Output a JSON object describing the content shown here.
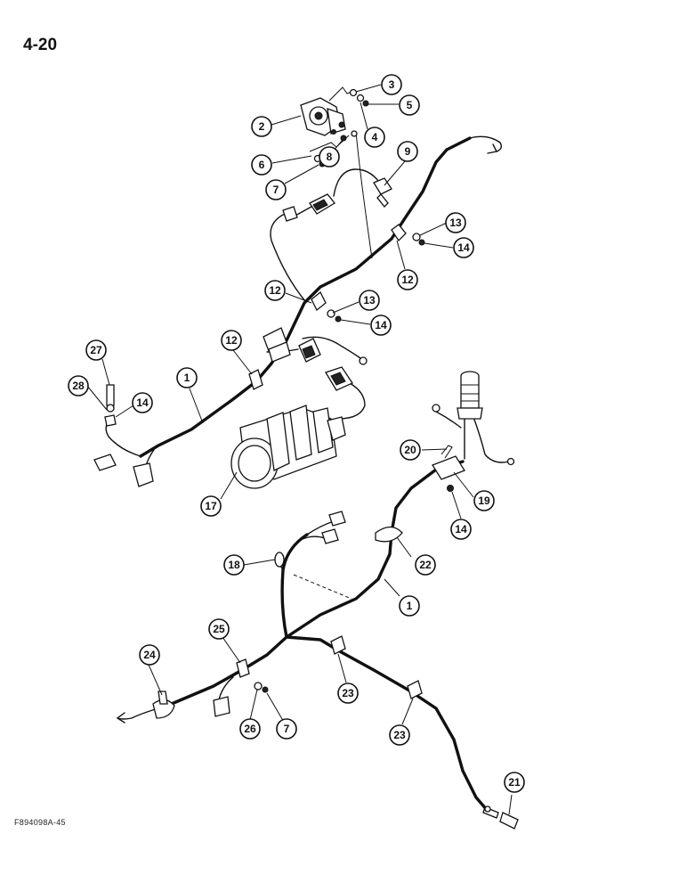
{
  "page": {
    "number": "4-20",
    "figure_code": "F894098A-45"
  },
  "callouts": [
    {
      "id": "c1a",
      "label": "1"
    },
    {
      "id": "c1b",
      "label": "1"
    },
    {
      "id": "c2",
      "label": "2"
    },
    {
      "id": "c3",
      "label": "3"
    },
    {
      "id": "c4",
      "label": "4"
    },
    {
      "id": "c5",
      "label": "5"
    },
    {
      "id": "c6",
      "label": "6"
    },
    {
      "id": "c7a",
      "label": "7"
    },
    {
      "id": "c7b",
      "label": "7"
    },
    {
      "id": "c8",
      "label": "8"
    },
    {
      "id": "c9",
      "label": "9"
    },
    {
      "id": "c12a",
      "label": "12"
    },
    {
      "id": "c12b",
      "label": "12"
    },
    {
      "id": "c12c",
      "label": "12"
    },
    {
      "id": "c13a",
      "label": "13"
    },
    {
      "id": "c13b",
      "label": "13"
    },
    {
      "id": "c14a",
      "label": "14"
    },
    {
      "id": "c14b",
      "label": "14"
    },
    {
      "id": "c14c",
      "label": "14"
    },
    {
      "id": "c14d",
      "label": "14"
    },
    {
      "id": "c17",
      "label": "17"
    },
    {
      "id": "c18",
      "label": "18"
    },
    {
      "id": "c19",
      "label": "19"
    },
    {
      "id": "c20",
      "label": "20"
    },
    {
      "id": "c21",
      "label": "21"
    },
    {
      "id": "c22",
      "label": "22"
    },
    {
      "id": "c23a",
      "label": "23"
    },
    {
      "id": "c23b",
      "label": "23"
    },
    {
      "id": "c24",
      "label": "24"
    },
    {
      "id": "c25",
      "label": "25"
    },
    {
      "id": "c26",
      "label": "26"
    },
    {
      "id": "c27",
      "label": "27"
    },
    {
      "id": "c28",
      "label": "28"
    }
  ]
}
